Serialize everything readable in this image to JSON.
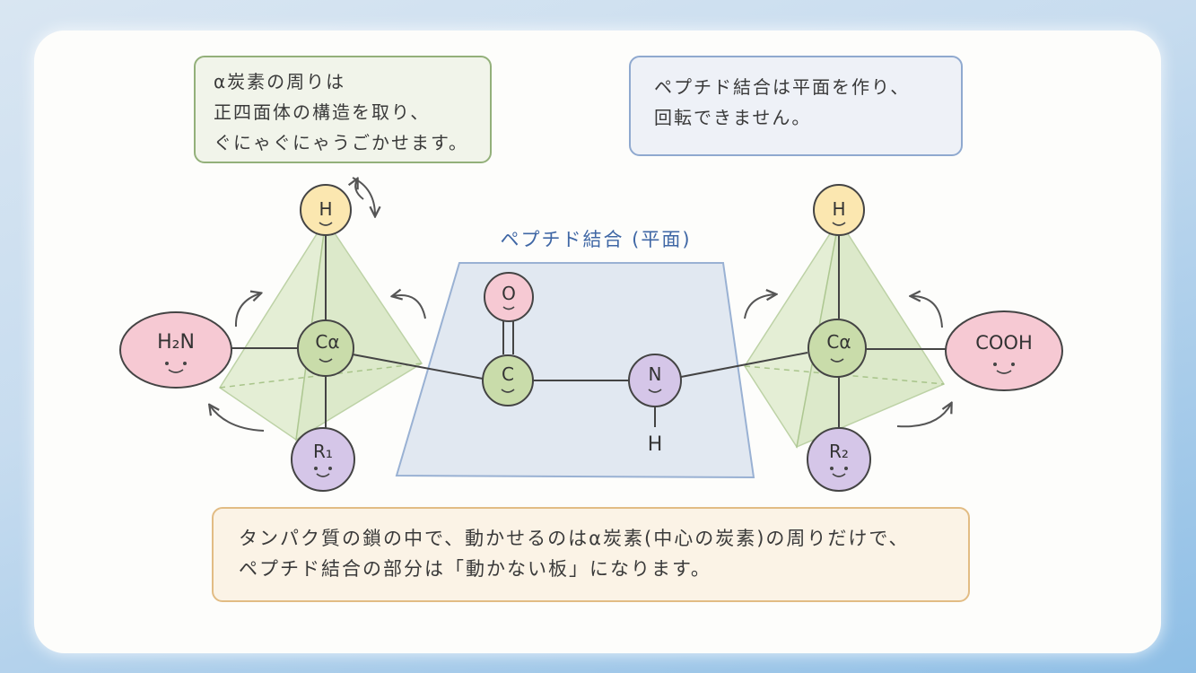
{
  "notes": {
    "alpha": {
      "line1": "α炭素の周りは",
      "line2": "正四面体の構造を取り、",
      "line3": "ぐにゃぐにゃうごかせます。"
    },
    "peptide": {
      "line1": "ペプチド結合は平面を作り、",
      "line2": "回転できません。"
    },
    "bottom": {
      "line1": "タンパク質の鎖の中で、動かせるのはα炭素(中心の炭素)の周りだけで、",
      "line2": "ペプチド結合の部分は「動かない板」になります。"
    }
  },
  "diagram": {
    "plane_label": "ペプチド結合 (平面)",
    "atoms": {
      "h_left": "H",
      "ca_left": "Cα",
      "h2n": "H₂N",
      "r1": "R₁",
      "o": "O",
      "c": "C",
      "n": "N",
      "h_n": "H",
      "h_right": "H",
      "ca_right": "Cα",
      "cooh": "COOH",
      "r2": "R₂"
    }
  },
  "colors": {
    "yellow_atom": "#fbe7b0",
    "green_atom": "#c9dcaa",
    "pink_atom": "#f6c9d3",
    "purple_atom": "#d5c6e8",
    "plane_fill": "#dfe6f1",
    "plane_stroke": "#8fa9cf",
    "tetra_fill": "#dce9c9"
  }
}
